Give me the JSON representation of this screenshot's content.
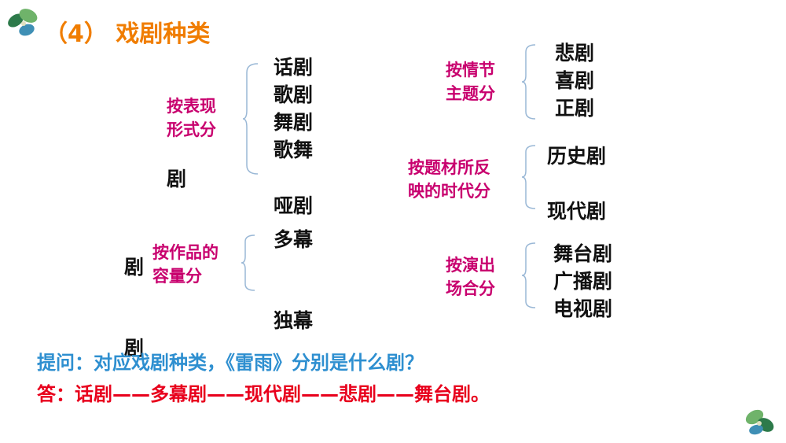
{
  "title": "（4） 戏剧种类",
  "left": {
    "form": {
      "label_l1": "按表现",
      "label_l2": "形式分",
      "items": [
        "话剧",
        "歌剧",
        "舞剧",
        "歌舞"
      ],
      "extra": [
        "剧",
        "哑剧"
      ]
    },
    "capacity": {
      "label_l1": "按作品的",
      "label_l2": "容量分",
      "items": [
        "多幕",
        "剧",
        "独幕",
        "剧"
      ]
    }
  },
  "right": {
    "theme": {
      "label_l1": "按情节",
      "label_l2": "主题分",
      "items": [
        "悲剧",
        "喜剧",
        "正剧"
      ]
    },
    "era": {
      "label_l1": "按题材所反",
      "label_l2": "映的时代分",
      "items": [
        "历史剧",
        "现代剧"
      ]
    },
    "venue": {
      "label_l1": "按演出",
      "label_l2": "场合分",
      "items": [
        "舞台剧",
        "广播剧",
        "电视剧"
      ]
    }
  },
  "question": "提问：对应戏剧种类，《雷雨》分别是什么剧？",
  "answer": "答：话剧——多幕剧——现代剧——悲剧——舞台剧。",
  "colors": {
    "title": "#f07d00",
    "category": "#c8006e",
    "question": "#2e8fd0",
    "answer": "#e8001c"
  },
  "icons": [
    "leaf-icon-top-left",
    "leaf-icon-bottom-right"
  ]
}
